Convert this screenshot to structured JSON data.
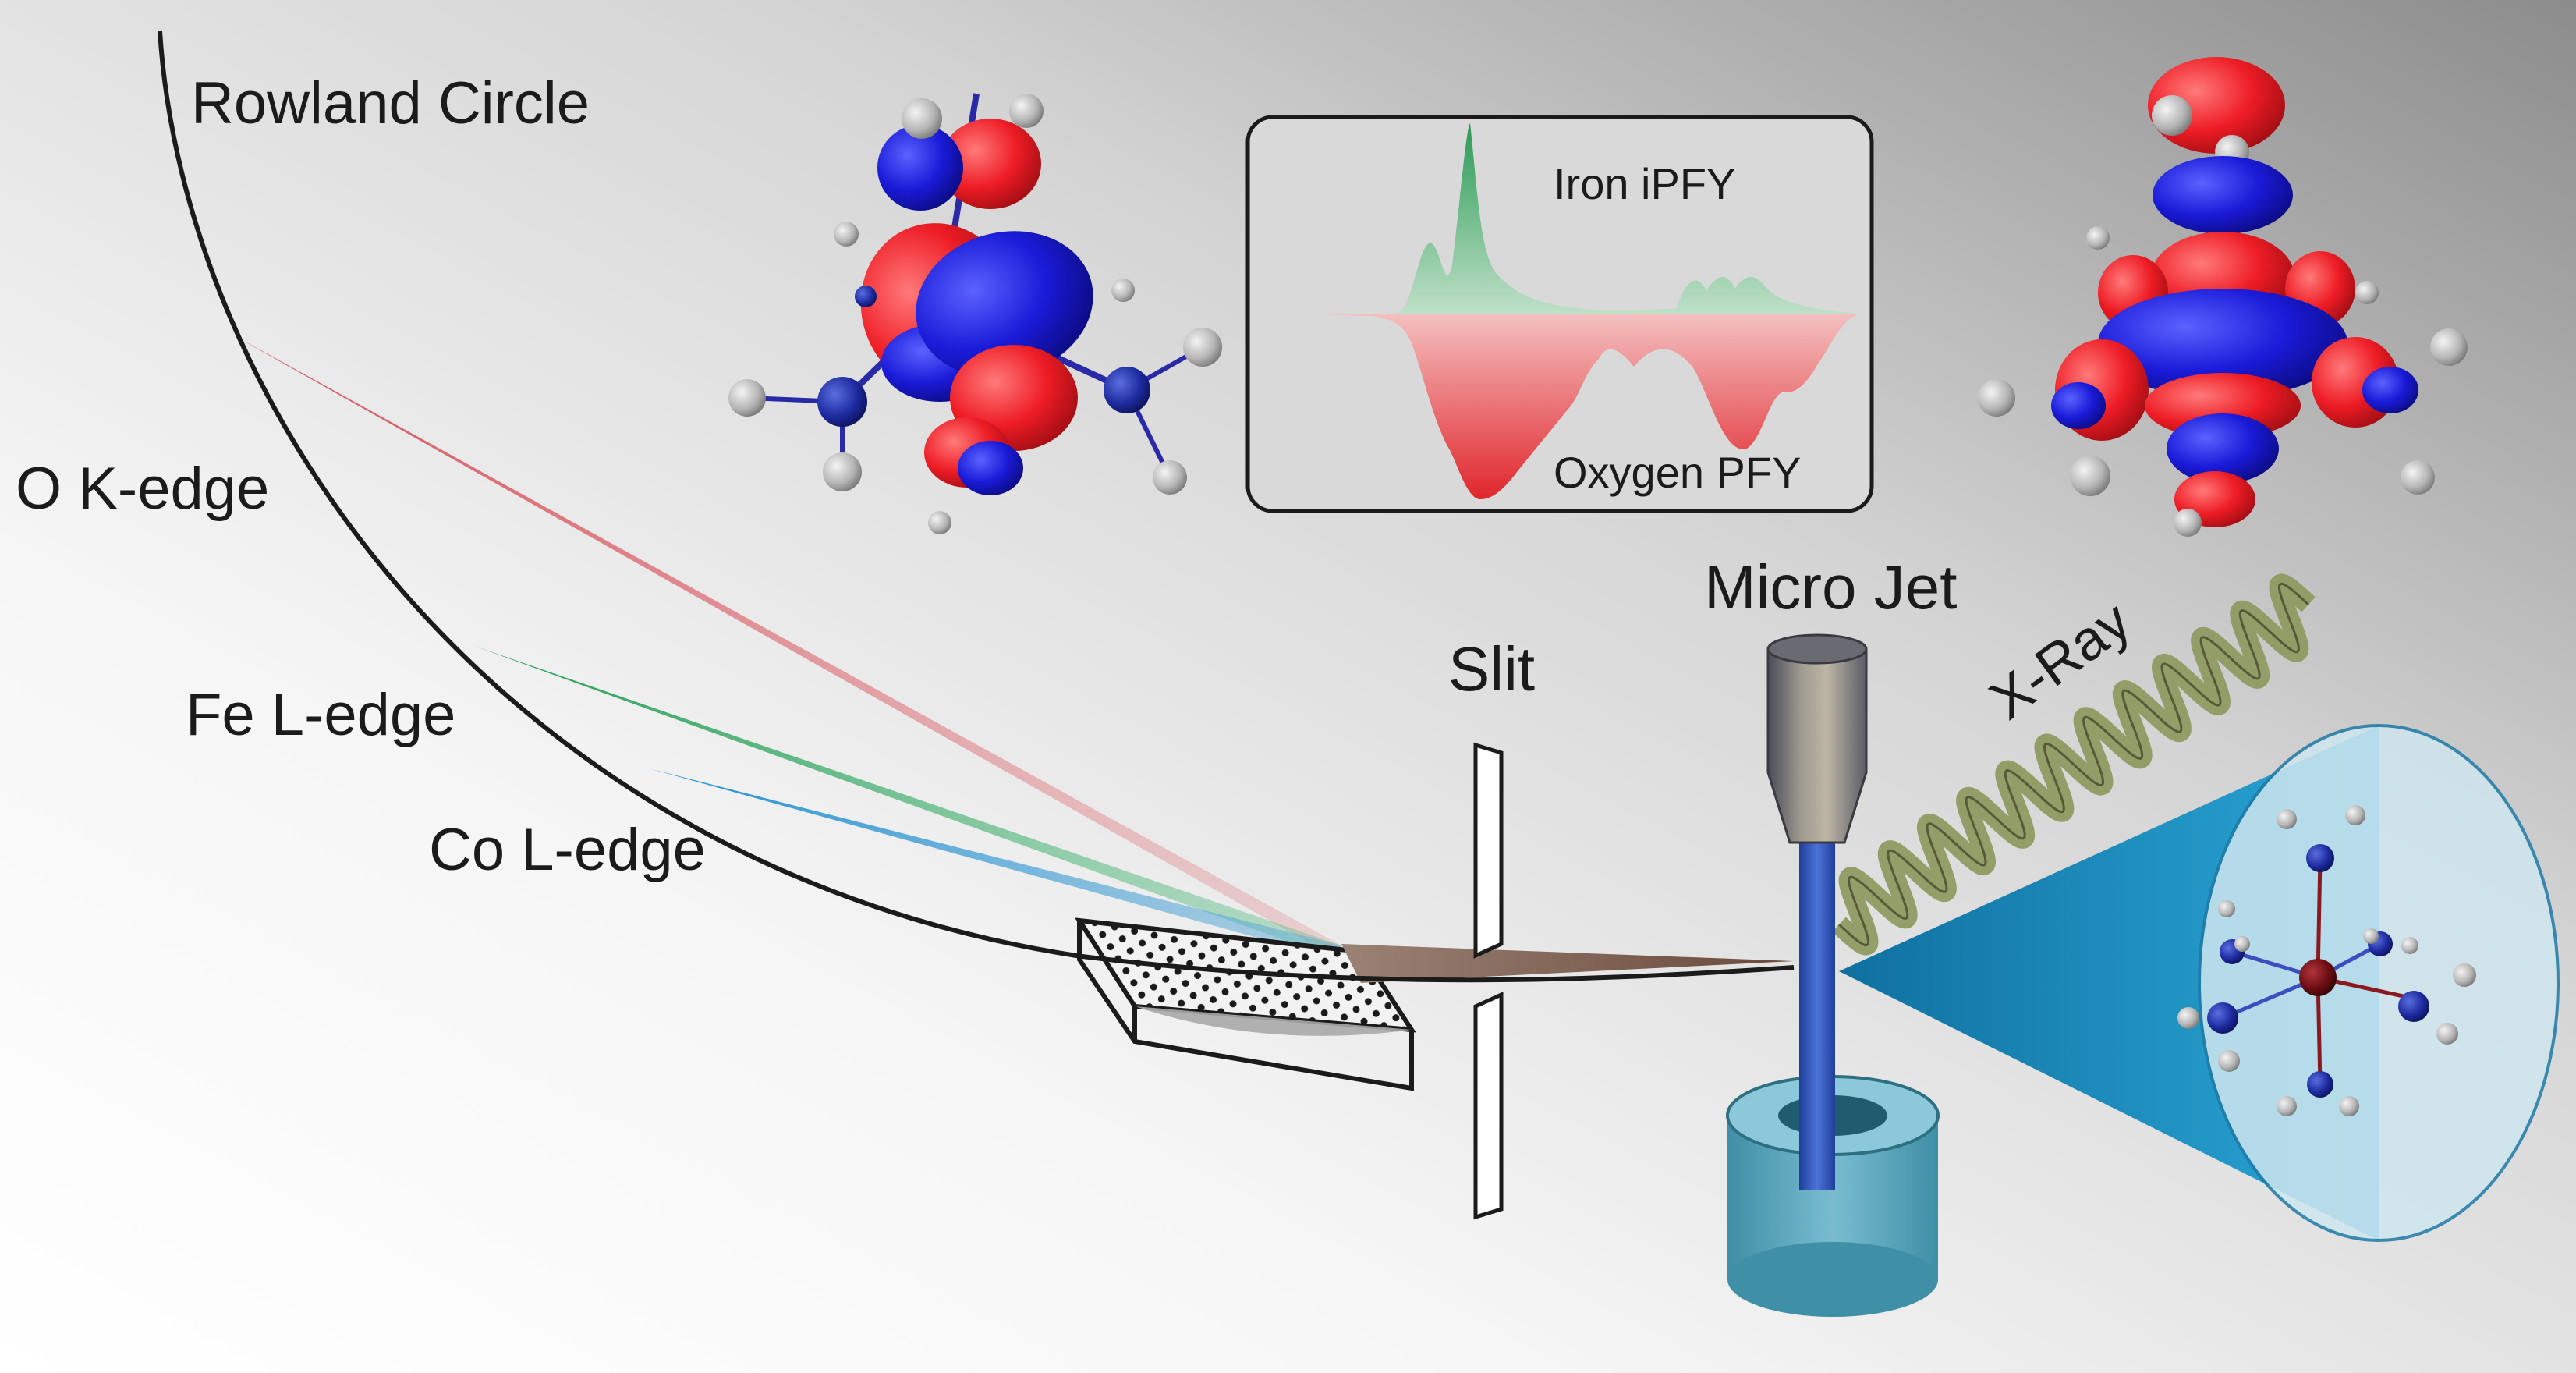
{
  "labels": {
    "rowland_circle": "Rowland Circle",
    "o_k_edge": "O K-edge",
    "fe_l_edge": "Fe L-edge",
    "co_l_edge": "Co L-edge",
    "slit": "Slit",
    "micro_jet": "Micro Jet",
    "x_ray": "X-Ray"
  },
  "inset": {
    "top_trace_label": "Iron iPFY",
    "bottom_trace_label": "Oxygen PFY"
  },
  "colors": {
    "o_k_edge_beam": "#d9535c",
    "fe_l_edge_beam": "#2e9d5a",
    "co_l_edge_beam": "#2a8fc9",
    "orbital_positive": "#ee1c25",
    "orbital_negative": "#1a1ad8",
    "nitrogen_atom": "#1c2a9e",
    "hydrogen_atom": "#b5b5b5",
    "metal_center": "#6b0d12",
    "jet": "#3355bb",
    "cone": "#1f93c9",
    "xray_wave": "#8f9a62"
  }
}
